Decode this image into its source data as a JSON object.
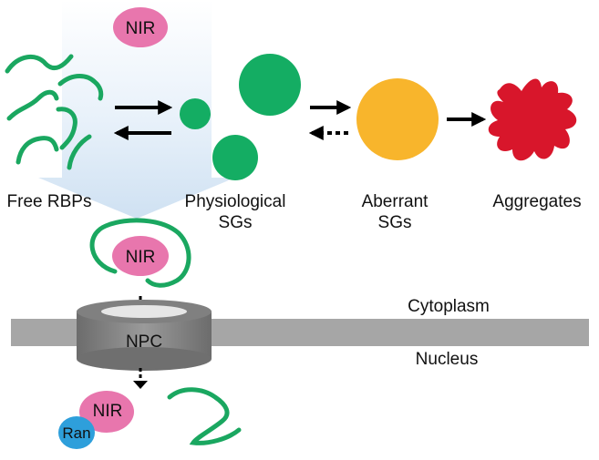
{
  "labels": {
    "nir_top": "NIR",
    "free_rbps": "Free RBPs",
    "physiological_line1": "Physiological",
    "physiological_line2": "SGs",
    "aberrant_line1": "Aberrant",
    "aberrant_line2": "SGs",
    "aggregates": "Aggregates",
    "nir_middle": "NIR",
    "cytoplasm": "Cytoplasm",
    "npc": "NPC",
    "nucleus": "Nucleus",
    "nir_bottom": "NIR",
    "ran": "Ran"
  },
  "colors": {
    "rbp_green": "#1aa760",
    "sg_green": "#14ad63",
    "aberrant_orange": "#f8b52c",
    "aggregate_red": "#d8162b",
    "nir_pink": "#e876ad",
    "ran_blue": "#2e9fdb",
    "membrane_gray": "#a6a6a6",
    "npc_gray": "#7f7f7f",
    "light_blue_fade": "#d6e6f4",
    "text": "#111111"
  }
}
